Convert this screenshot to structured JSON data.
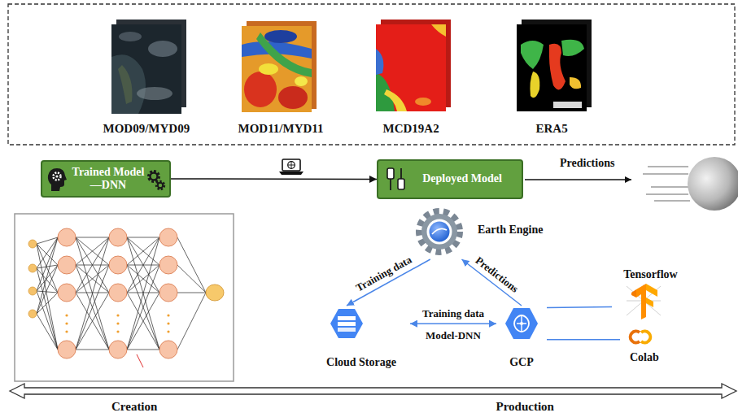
{
  "diagram": {
    "nodes": [
      {
        "text": [
          "Trained Model —DNN"
        ]
      },
      {
        "text": [
          "Deployed Model"
        ]
      },
      {
        "text": [
          "Earth Engine"
        ]
      },
      {
        "text": [
          "Cloud Storage"
        ]
      },
      {
        "text": [
          "GCP"
        ]
      },
      {
        "text": [
          "Tensorflow"
        ]
      },
      {
        "text": [
          "Colab"
        ]
      }
    ],
    "edges": [
      {
        "from": 0,
        "to": 1,
        "arrow": "to"
      },
      {
        "from": 2,
        "to": 3,
        "label": "Training data",
        "arrow": "to"
      },
      {
        "from": 4,
        "to": 2,
        "label": "Predictions",
        "arrow": "to"
      },
      {
        "from": 3,
        "to": 4,
        "label": "Training data",
        "arrow": "both"
      },
      {
        "from": 4,
        "to": 5,
        "arrow": "none"
      },
      {
        "from": 4,
        "to": 6,
        "arrow": "none"
      }
    ],
    "labels": [
      "MOD09/MYD09",
      "MOD11/MYD11",
      "MCD19A2",
      "ERA5",
      "Predictions",
      "Model-DNN",
      "Creation",
      "Production"
    ]
  }
}
